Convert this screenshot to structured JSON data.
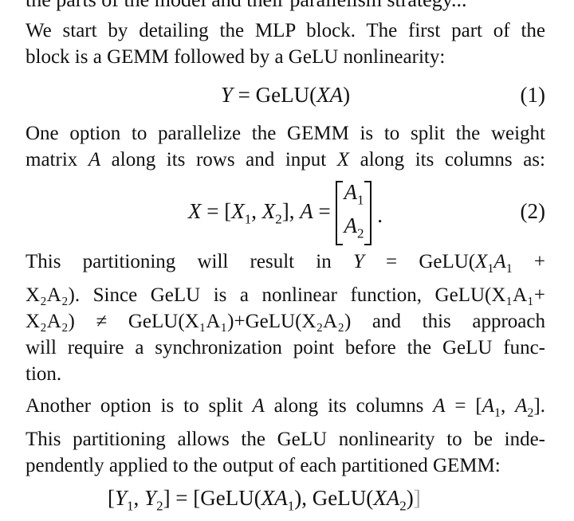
{
  "cut_line": "the parts of the model and their parallelism strategy...",
  "para1": {
    "line1": "We start by detailing the MLP block. The first part of the",
    "line2": "block is a GEMM followed by a GeLU nonlinearity:"
  },
  "eq1": {
    "lhs": "Y",
    "eq": " = ",
    "fn": "GeLU(",
    "arg": "XA",
    "close": ")",
    "number": "(1)"
  },
  "para2": {
    "line1_a": "One option to parallelize the GEMM is to split the weight",
    "line2_a": "matrix ",
    "line2_b": "A",
    "line2_c": " along its rows and input ",
    "line2_d": "X",
    "line2_e": " along its columns as:"
  },
  "eq2": {
    "x": "X",
    "eq": " = [",
    "x1": "X",
    "sub1": "1",
    "comma": ", ",
    "x2": "X",
    "sub2": "2",
    "close": "],  ",
    "a": "A",
    "eq2": " = ",
    "m1": "A",
    "msub1": "1",
    "m2": "A",
    "msub2": "2",
    "dot": ".",
    "number": "(2)"
  },
  "para3": {
    "line1_a": "This  partitioning  will  result  in  ",
    "line1_b": "Y",
    "line1_c": "   =   GeLU(",
    "line1_d": "X",
    "line1_e": "1",
    "line1_f": "A",
    "line1_g": "1",
    "line1_h": "  +",
    "line2": "X₂A₂). Since GeLU is a nonlinear function, GeLU(X₁A₁+",
    "line3": "X₂A₂) ≠ GeLU(X₁A₁)+GeLU(X₂A₂) and this approach",
    "line4": "will require a synchronization point before the GeLU func-",
    "line5": "tion."
  },
  "para4": {
    "line1_a": "Another option is to split ",
    "line1_b": "A",
    "line1_c": " along its columns ",
    "line1_d": "A",
    "line1_e": " = [",
    "line1_f": "A",
    "line1_g": "1",
    "line1_h": ", ",
    "line1_i": "A",
    "line1_j": "2",
    "line1_k": "].",
    "line2": "This partitioning allows the GeLU nonlinearity to be inde-",
    "line3": "pendently applied to the output of each partitioned GEMM:"
  },
  "eq3": {
    "open": "[",
    "y1": "Y",
    "s1": "1",
    "comma": ", ",
    "y2": "Y",
    "s2": "2",
    "mid": "] = [GeLU(",
    "xa": "XA",
    "s3": "1",
    "tail": "), GeLU(",
    "xa2": "XA",
    "s4": "2",
    "end": ")]"
  }
}
